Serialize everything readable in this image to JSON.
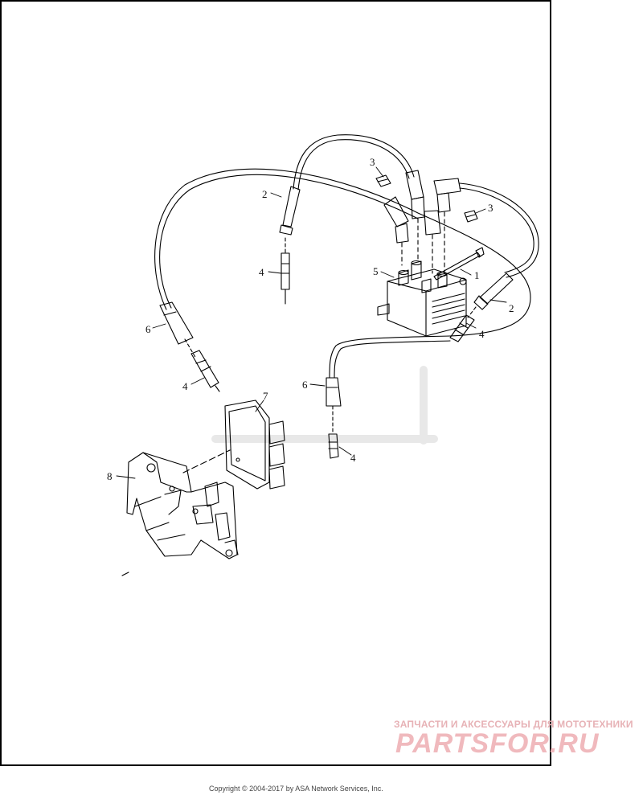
{
  "callouts": [
    {
      "id": "1",
      "text": "1"
    },
    {
      "id": "2a",
      "text": "2"
    },
    {
      "id": "2b",
      "text": "2"
    },
    {
      "id": "3a",
      "text": "3"
    },
    {
      "id": "3b",
      "text": "3"
    },
    {
      "id": "4a",
      "text": "4"
    },
    {
      "id": "4b",
      "text": "4"
    },
    {
      "id": "4c",
      "text": "4"
    },
    {
      "id": "4d",
      "text": "4"
    },
    {
      "id": "5",
      "text": "5"
    },
    {
      "id": "6a",
      "text": "6"
    },
    {
      "id": "6b",
      "text": "6"
    },
    {
      "id": "7",
      "text": "7"
    },
    {
      "id": "8",
      "text": "8"
    }
  ],
  "watermark": {
    "tagline": "ЗАПЧАСТИ И АКСЕССУАРЫ ДЛЯ МОТОТЕХНИКИ",
    "logo": "PARTSFOR.RU"
  },
  "footer": {
    "copyright": "Copyright © 2004-2017 by ASA Network Services, Inc."
  },
  "colors": {
    "line": "#000000",
    "watermark": "#e8a9ae"
  }
}
